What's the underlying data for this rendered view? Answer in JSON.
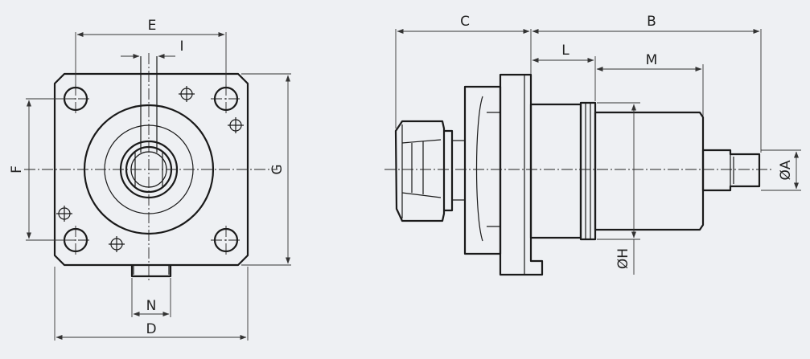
{
  "labels": {
    "front": {
      "E": "E",
      "I": "I",
      "F": "F",
      "G": "G",
      "N": "N",
      "D": "D"
    },
    "side": {
      "C": "C",
      "B": "B",
      "L": "L",
      "M": "M",
      "H": "ØH",
      "A": "ØA"
    }
  },
  "colors": {
    "background": "#eef0f3",
    "line": "#1a1a1a"
  }
}
